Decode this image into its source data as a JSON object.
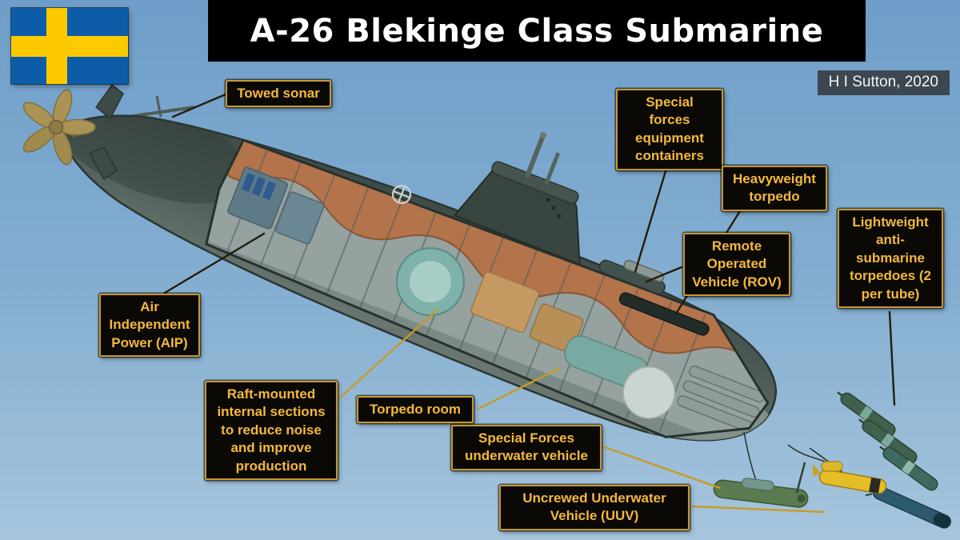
{
  "title": "A-26 Blekinge Class Submarine",
  "attribution": "H I Sutton, 2020",
  "flag": {
    "country": "Sweden"
  },
  "colors": {
    "sky_top": "#6e9ec9",
    "sky_bottom": "#a7c5dd",
    "title_bg": "#000000",
    "title_text": "#ffffff",
    "label_bg": "#0b0905",
    "label_border": "#c9992c",
    "label_text": "#f4b83e",
    "flag_blue": "#0d5ca8",
    "flag_yellow": "#fdca00",
    "hull": "#4d5c57",
    "cutaway_copper": "#b3734b"
  },
  "labels": [
    {
      "id": "towed-sonar",
      "text": "Towed sonar"
    },
    {
      "id": "special-forces-containers",
      "text": "Special forces equipment containers"
    },
    {
      "id": "heavyweight-torpedo",
      "text": "Heavyweight torpedo"
    },
    {
      "id": "lightweight-torpedoes",
      "text": "Lightweight anti-submarine torpedoes (2 per tube)"
    },
    {
      "id": "rov",
      "text": "Remote Operated Vehicle (ROV)"
    },
    {
      "id": "aip",
      "text": "Air Independent Power (AIP)"
    },
    {
      "id": "raft-mounted",
      "text": "Raft-mounted internal sections to reduce noise and improve production"
    },
    {
      "id": "torpedo-room",
      "text": "Torpedo room"
    },
    {
      "id": "sf-vehicle",
      "text": "Special Forces underwater vehicle"
    },
    {
      "id": "uuv",
      "text": "Uncrewed Underwater Vehicle (UUV)"
    }
  ]
}
